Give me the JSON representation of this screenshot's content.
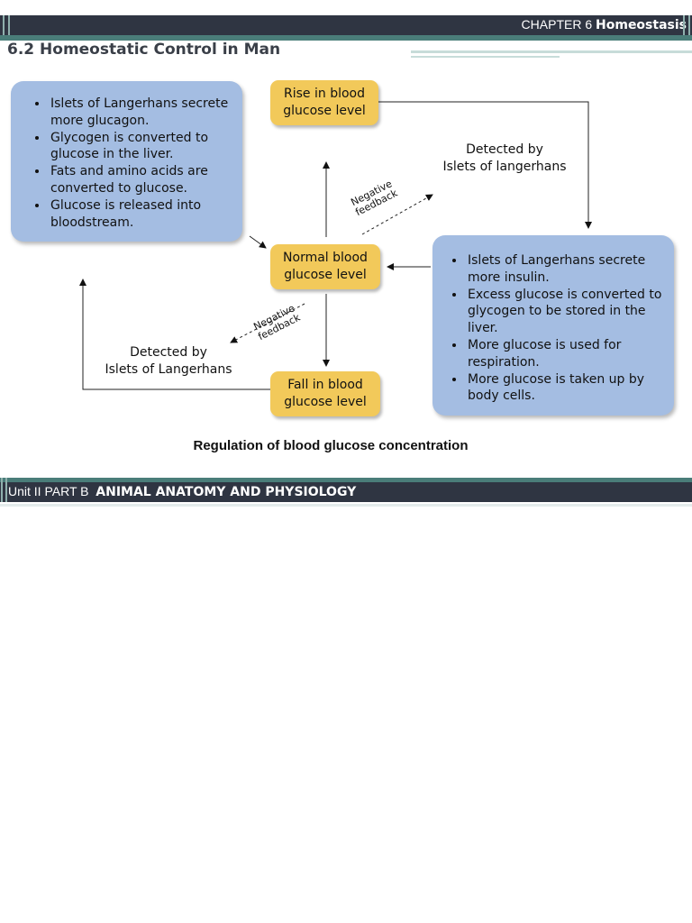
{
  "header": {
    "chapter_prefix": "CHAPTER 6",
    "chapter_title": "Homeostasis"
  },
  "section_title": "6.2 Homeostatic Control in Man",
  "diagram": {
    "left_box_items": [
      "Islets of Langerhans secrete more glucagon.",
      "Glycogen is converted to glucose in the liver.",
      "Fats and amino acids are converted to glucose.",
      "Glucose is released into bloodstream."
    ],
    "right_box_items": [
      "Islets of Langerhans secrete more insulin.",
      "Excess glucose is converted to glycogen to be stored in the liver.",
      "More glucose is used for respiration.",
      "More glucose is taken up by body cells."
    ],
    "rise_line1": "Rise in blood",
    "rise_line2": "glucose level",
    "normal_line1": "Normal blood",
    "normal_line2": "glucose level",
    "fall_line1": "Fall in blood",
    "fall_line2": "glucose level",
    "detected_right_line1": "Detected by",
    "detected_right_line2": "Islets of langerhans",
    "detected_left_line1": "Detected by",
    "detected_left_line2": "Islets of Langerhans",
    "negative_line1": "Negative",
    "negative_line2": "feedback",
    "caption": "Regulation of blood glucose concentration"
  },
  "footer": {
    "unit_prefix": "Unit II PART B",
    "unit_title": "ANIMAL ANATOMY AND PHYSIOLOGY"
  },
  "colors": {
    "header_bar": "#2f3542",
    "teal_accent": "#4a7d79",
    "blue_box": "#a4bde2",
    "yellow_box": "#f2c95a"
  }
}
